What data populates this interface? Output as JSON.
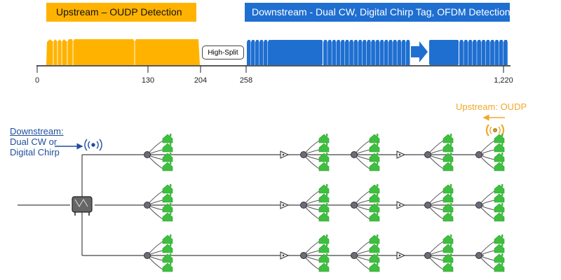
{
  "upstream_band": {
    "label": "Upstream – OUDP Detection",
    "color": "#ffb300"
  },
  "downstream_band": {
    "label": "Downstream - Dual CW, Digital Chirp Tag, OFDM Detection",
    "color": "#1f6fd1"
  },
  "split_label": "High-Split",
  "spectrum_axis": {
    "ticks": [
      {
        "label": "0"
      },
      {
        "label": "130"
      },
      {
        "label": "204"
      },
      {
        "label": "258"
      },
      {
        "label": "1,220"
      }
    ]
  },
  "downstream_injection": {
    "label_lines": [
      "Downstream:",
      "Dual CW or",
      "Digital Chirp"
    ],
    "color": "#1f4e9c",
    "icon": "broadcast-signal-icon"
  },
  "upstream_detection": {
    "label": "Upstream: OUDP",
    "color": "#f0a82a",
    "icon": "broadcast-signal-icon"
  },
  "network": {
    "node_icon": "fiber-node-icon",
    "tap_icon": "splitter-tap-icon",
    "amplifier_icon": "amplifier-triangle-icon",
    "home_icon": "house-icon",
    "home_color": "#3fbf3f",
    "branches": 3
  }
}
